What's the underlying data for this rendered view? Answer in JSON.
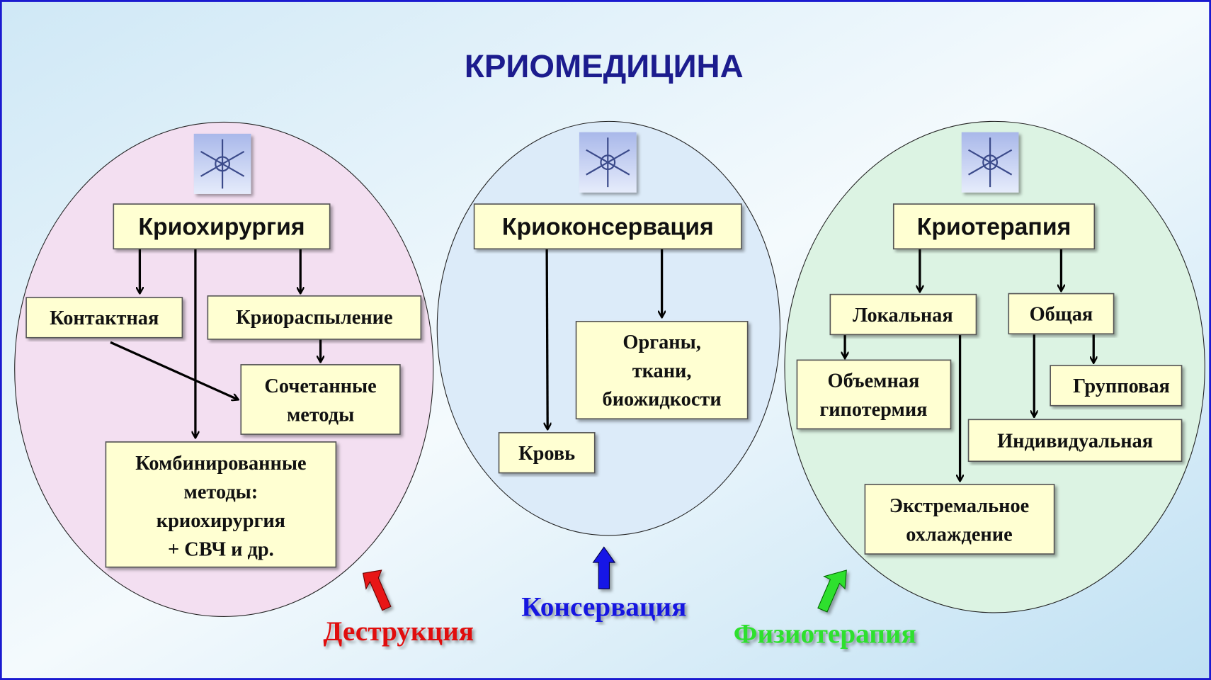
{
  "title": "КРИОМЕДИЦИНА",
  "colors": {
    "title": "#1c1c8e",
    "destruction": "#e01010",
    "conservation": "#1515e0",
    "physio": "#2ee02e",
    "box": "#ffffd2"
  },
  "left": {
    "header": "Криохирургия",
    "contact": "Контактная",
    "spray": "Криораспыление",
    "combined_short": [
      "Сочетанные",
      "методы"
    ],
    "combined_long": [
      "Комбинированные",
      "методы:",
      "криохирургия",
      "+ СВЧ и др."
    ]
  },
  "center": {
    "header": "Криоконсервация",
    "organs": [
      "Органы,",
      "ткани,",
      "биожидкости"
    ],
    "blood": "Кровь"
  },
  "right": {
    "header": "Криотерапия",
    "local": "Локальная",
    "general": "Общая",
    "volume": [
      "Объемная",
      "гипотермия"
    ],
    "group": "Групповая",
    "individual": "Индивидуальная",
    "extreme": [
      "Экстремальное",
      "охлаждение"
    ]
  },
  "labels": {
    "destruction": "Деструкция",
    "conservation": "Консервация",
    "physio": "Физиотерапия"
  },
  "icons": [
    "snowflake-icon",
    "snowflake-icon",
    "snowflake-icon"
  ]
}
